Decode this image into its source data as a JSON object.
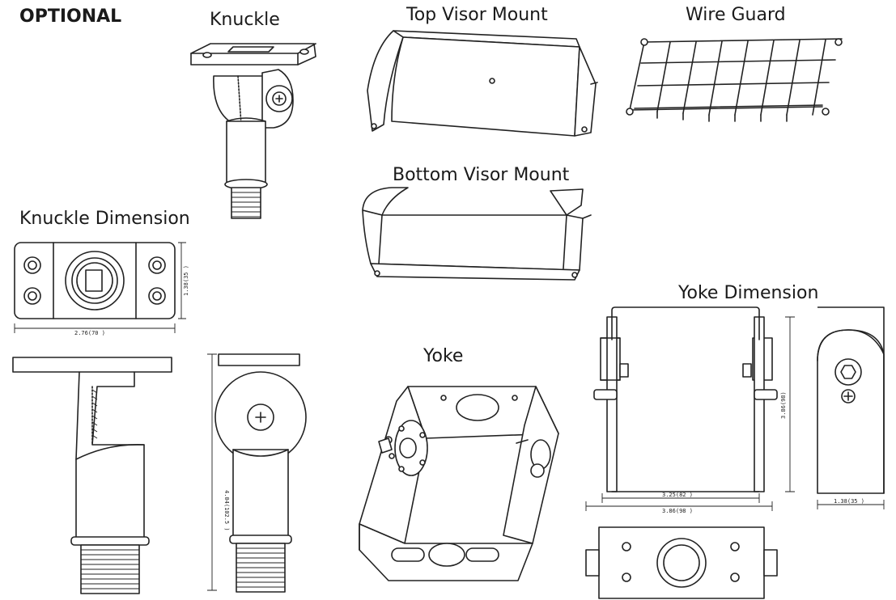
{
  "labels": {
    "optional": "OPTIONAL",
    "knuckle": "Knuckle",
    "top_visor_mount": "Top Visor Mount",
    "wire_guard": "Wire Guard",
    "bottom_visor_mount": "Bottom Visor Mount",
    "knuckle_dimension": "Knuckle Dimension",
    "yoke": "Yoke",
    "yoke_dimension": "Yoke Dimension"
  },
  "dimensions": {
    "knuckle_width": "2.76(70 )",
    "knuckle_height": "1.38(35 )",
    "knuckle_length": "4.04(102.5 )",
    "yoke_inner_width": "3.25(82 )",
    "yoke_outer_width": "3.86(98 )",
    "yoke_height": "3.86(98)",
    "yoke_depth": "1.38(35 )"
  }
}
